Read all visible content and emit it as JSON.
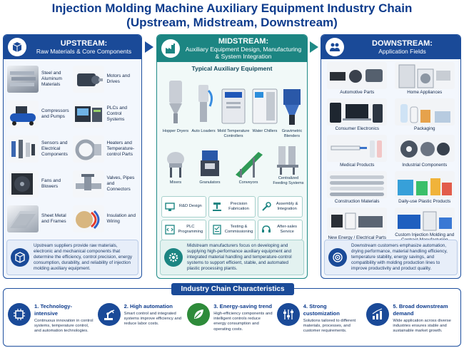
{
  "title": {
    "line1": "Injection Molding Machine Auxiliary Equipment Industry Chain",
    "line2": "(Upstream, Midstream, Downstream)"
  },
  "upstream": {
    "title": "UPSTREAM:",
    "subtitle": "Raw Materials & Core Components",
    "items": [
      {
        "label": "Steel and Aluminum Materials",
        "icon": "steel-bars-icon"
      },
      {
        "label": "Motors and Drives",
        "icon": "motor-icon"
      },
      {
        "label": "Compressors and Pumps",
        "icon": "compressor-icon"
      },
      {
        "label": "PLCs and Control Systems",
        "icon": "plc-icon"
      },
      {
        "label": "Sensors and Electrical Components",
        "icon": "sensor-icon"
      },
      {
        "label": "Heaters and Temperature-control Parts",
        "icon": "heater-icon"
      },
      {
        "label": "Fans and Blowers",
        "icon": "fan-icon"
      },
      {
        "label": "Valves, Pipes and Connectors",
        "icon": "valve-icon"
      },
      {
        "label": "Sheet Metal and Frames",
        "icon": "sheet-metal-icon"
      },
      {
        "label": "Insulation and Wiring",
        "icon": "wiring-icon"
      }
    ],
    "summary": "Upstream suppliers provide raw materials, electronic and mechanical components that determine the efficiency, control precision, energy consumption, durability, and reliability of injection molding auxiliary equipment."
  },
  "midstream": {
    "title": "MIDSTREAM:",
    "subtitle": "Auxiliary Equipment Design, Manufacturing & System Integration",
    "equipment_title": "Typical Auxiliary Equipment",
    "equipment": [
      {
        "label": "Hopper Dryers"
      },
      {
        "label": "Auto Loaders"
      },
      {
        "label": "Mold Temperature Controllers"
      },
      {
        "label": "Water Chillers"
      },
      {
        "label": "Gravimetric Blenders"
      },
      {
        "label": "Mixers"
      },
      {
        "label": "Granulators"
      },
      {
        "label": "Conveyors"
      },
      {
        "label": "Centralized Feeding Systems"
      }
    ],
    "services": [
      {
        "label": "R&D Design",
        "icon": "monitor-icon"
      },
      {
        "label": "Precision Fabrication",
        "icon": "cnc-icon"
      },
      {
        "label": "Assembly & Integration",
        "icon": "wrench-icon"
      },
      {
        "label": "PLC Programming",
        "icon": "code-icon"
      },
      {
        "label": "Testing & Commissioning",
        "icon": "checklist-icon"
      },
      {
        "label": "After-sales Service",
        "icon": "headset-icon"
      }
    ],
    "summary": "Midstream manufacturers focus on developing and supplying high-performance auxiliary equipment and integrated material handling and temperature-control systems to support efficient, stable, and automated plastic processing plants."
  },
  "downstream": {
    "title": "DOWNSTREAM:",
    "subtitle": "Application Fields",
    "fields": [
      {
        "label": "Automotive Parts"
      },
      {
        "label": "Home Appliances"
      },
      {
        "label": "Consumer Electronics"
      },
      {
        "label": "Packaging"
      },
      {
        "label": "Medical Products"
      },
      {
        "label": "Industrial Components"
      },
      {
        "label": "Construction Materials"
      },
      {
        "label": "Daily-use Plastic Products"
      },
      {
        "label": "New Energy / Electrical Parts"
      },
      {
        "label": "Custom Injection Molding and Contract Manufacturing"
      }
    ],
    "summary": "Downstream customers emphasize automation, drying performance, material handling efficiency, temperature stability, energy savings, and compatibility with molding production lines to improve productivity and product quality."
  },
  "characteristics": {
    "title": "Industry Chain Characteristics",
    "items": [
      {
        "title": "1. Technology-intensive",
        "text": "Continuous innovation in control systems, temperature control, and automation technologies.",
        "icon": "brain-chip-icon",
        "color": "#1a4a98"
      },
      {
        "title": "2. High automation",
        "text": "Smart control and integrated systems improve efficiency and reduce labor costs.",
        "icon": "robot-arm-icon",
        "color": "#1a4a98"
      },
      {
        "title": "3. Energy-saving trend",
        "text": "High-efficiency components and intelligent controls reduce energy consumption and operating costs.",
        "icon": "leaf-icon",
        "color": "#2e8b3a"
      },
      {
        "title": "4. Strong customization",
        "text": "Solutions tailored to different materials, processes, and customer requirements.",
        "icon": "sliders-icon",
        "color": "#1a4a98"
      },
      {
        "title": "5. Broad downstream demand",
        "text": "Wide application across diverse industries ensures stable and sustainable market growth.",
        "icon": "bar-growth-icon",
        "color": "#1a4a98"
      }
    ]
  }
}
